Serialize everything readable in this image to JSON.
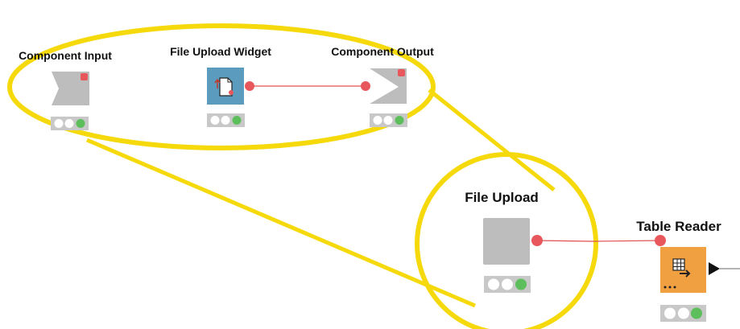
{
  "component": {
    "input_label": "Component Input",
    "widget_label": "File Upload Widget",
    "output_label": "Component Output"
  },
  "workflow": {
    "file_upload_label": "File Upload",
    "table_reader_label": "Table Reader"
  },
  "colors": {
    "callout": "#f5d90a",
    "connection": "#e05050",
    "port": "#e8575c",
    "widget_node": "#5b9bbd",
    "reader_node": "#f0a040",
    "gray_node": "#bdbdbd",
    "status_green": "#5cbf5c"
  }
}
